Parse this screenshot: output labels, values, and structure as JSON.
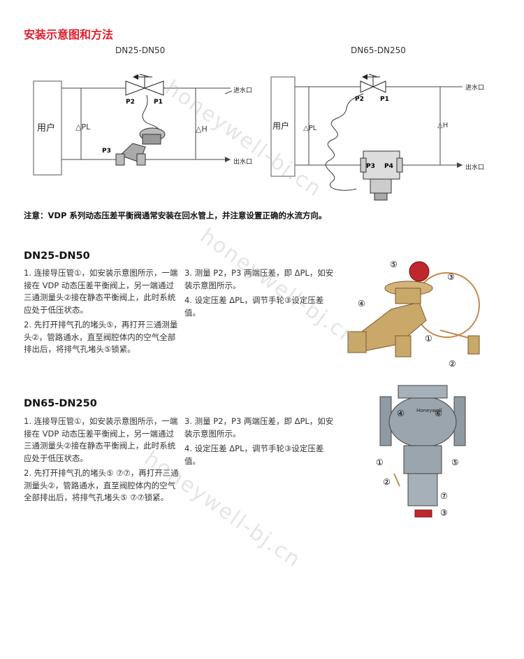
{
  "heading": "安装示意图和方法",
  "diagram_left": {
    "caption": "DN25-DN50",
    "user": "用户",
    "p2": "P2",
    "p1": "P1",
    "p3": "P3",
    "dpl": "△PL",
    "dh": "△H",
    "inlet": "进水口",
    "outlet": "出水口"
  },
  "diagram_right": {
    "caption": "DN65-DN250",
    "user": "用户",
    "p2": "P2",
    "p1": "P1",
    "p3": "P3",
    "p4": "P4",
    "dpl": "△PL",
    "dh": "△H",
    "inlet": "进水口",
    "outlet": "出水口"
  },
  "note": "注意：VDP 系列动态压差平衡阀通常安装在回水管上，并注意设置正确的水流方向。",
  "section1": {
    "title": "DN25-DN50",
    "col1": [
      "1. 连接导压管①，如安装示意图所示，一端接在 VDP 动态压差平衡阀上，另一端通过三通测量头②接在静态平衡阀上，此时系统应处于低压状态。",
      "2. 先打开排气孔的堵头⑤，再打开三通测量头②，管路通水，直至阀腔体内的空气全部排出后，将排气孔堵头⑤锁紧。"
    ],
    "col2": [
      "3. 测量 P2，P3 两端压差，即 ΔPL，如安装示意图所示。",
      "4. 设定压差 ΔPL，调节手轮③设定压差值。"
    ],
    "callouts": [
      "⑤",
      "③",
      "④",
      "①",
      "②"
    ]
  },
  "section2": {
    "title": "DN65-DN250",
    "col1": [
      "1. 连接导压管①，如安装示意图所示，一端接在 VDP 动态压差平衡阀上，另一端通过三通测量头②接在静态平衡阀上，此时系统应处于低压状态。",
      "2. 先打开排气孔的堵头⑤ ⑦⑦，再打开三通测量头②，管路通水，直至阀腔体内的空气全部排出后，将排气孔堵头⑤ ⑦⑦锁紧。"
    ],
    "col2": [
      "3. 测量 P2，P3 两端压差，即 ΔPL，如安装示意图所示。",
      "4. 设定压差 ΔPL，调节手轮③设定压差值。"
    ],
    "callouts": [
      "④",
      "⑥",
      "①",
      "⑤",
      "②",
      "⑦",
      "③"
    ],
    "brand": "Honeywell"
  },
  "watermark": "honeywell-bj.cn",
  "colors": {
    "accent": "#e0212f"
  }
}
